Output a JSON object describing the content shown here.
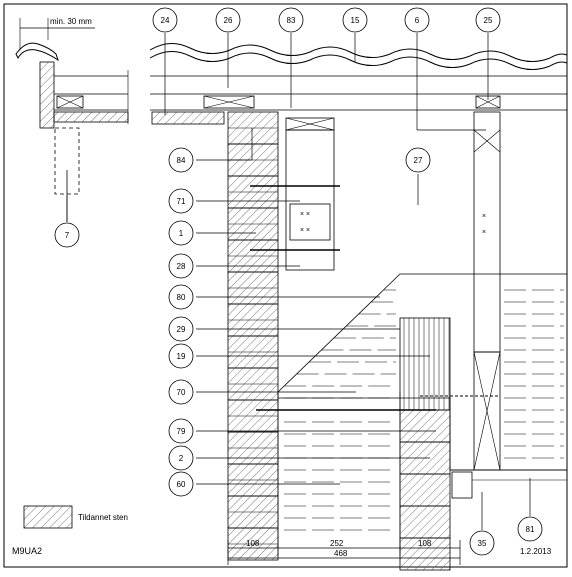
{
  "callouts_top": [
    "24",
    "26",
    "83",
    "15",
    "6",
    "25"
  ],
  "callouts_left": [
    "84",
    "71",
    "1",
    "28",
    "80",
    "29",
    "19",
    "70",
    "79",
    "2",
    "60"
  ],
  "callout_7": "7",
  "callout_27": "27",
  "callouts_bottom": [
    "35",
    "81"
  ],
  "dim_note": "min. 30 mm",
  "dimensions": {
    "d1": "108",
    "d2": "252",
    "d3": "108",
    "total": "468"
  },
  "legend": {
    "label": "Tildannet sten",
    "pattern": "diagonal-hatch"
  },
  "drawing_id": "M9UA2",
  "date": "1.2.2013",
  "colors": {
    "line": "#000000",
    "hatch": "#555555",
    "background": "#ffffff"
  }
}
